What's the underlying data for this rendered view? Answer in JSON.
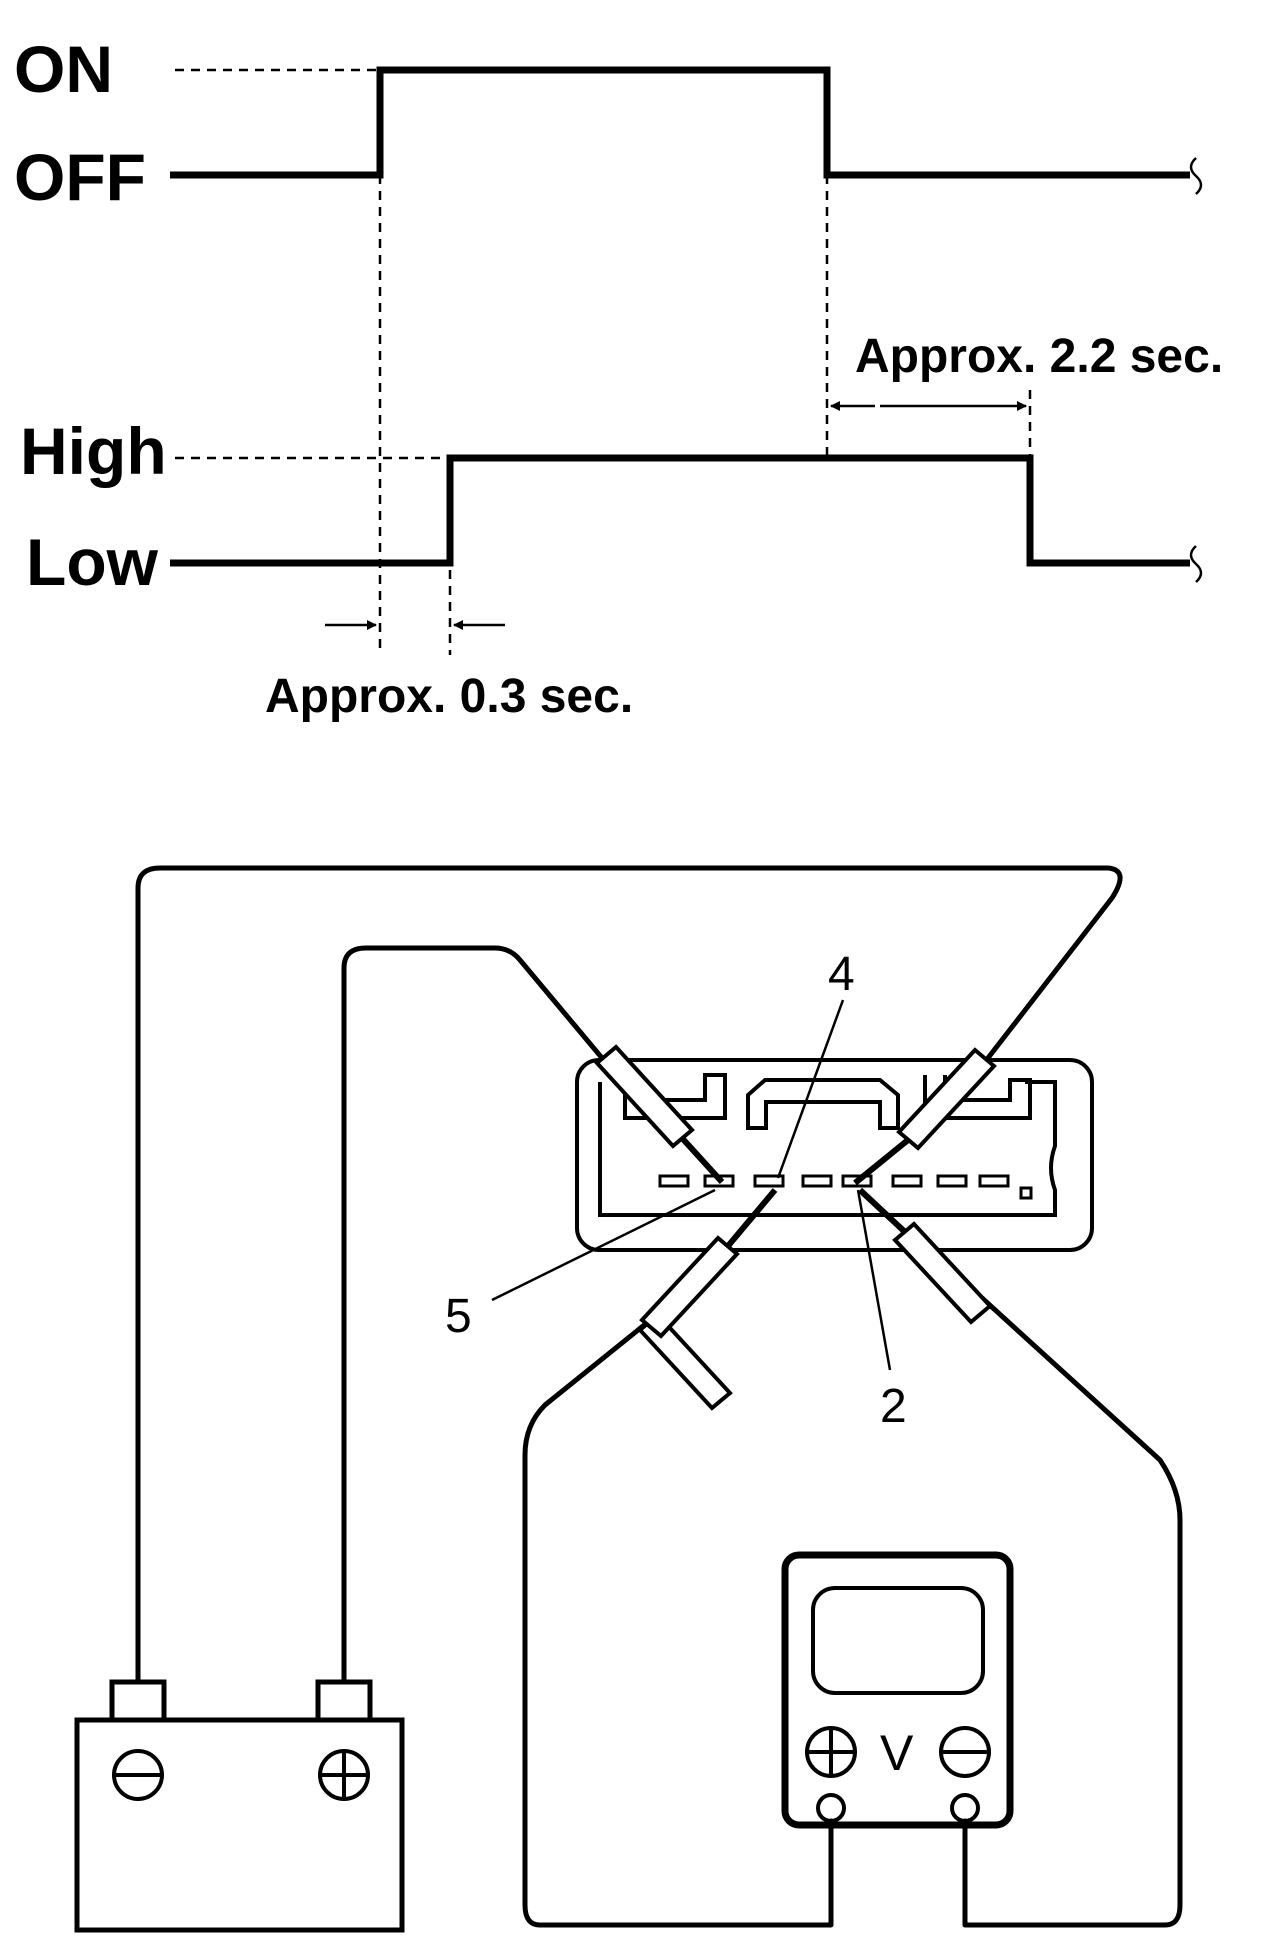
{
  "timing_chart": {
    "signal1": {
      "high_label": "ON",
      "low_label": "OFF"
    },
    "signal2": {
      "high_label": "High",
      "low_label": "Low"
    },
    "annotations": {
      "rise_delay": "Approx. 0.3 sec.",
      "fall_delay": "Approx. 2.2 sec."
    }
  },
  "wiring_diagram": {
    "connector_terminals": {
      "terminal_a": "4",
      "terminal_b": "5",
      "terminal_c": "2"
    },
    "battery": {
      "negative_icon": "minus-circle-icon",
      "positive_icon": "plus-circle-icon"
    },
    "voltmeter": {
      "unit_label": "V",
      "positive_icon": "plus-circle-icon",
      "negative_icon": "minus-circle-icon"
    }
  }
}
